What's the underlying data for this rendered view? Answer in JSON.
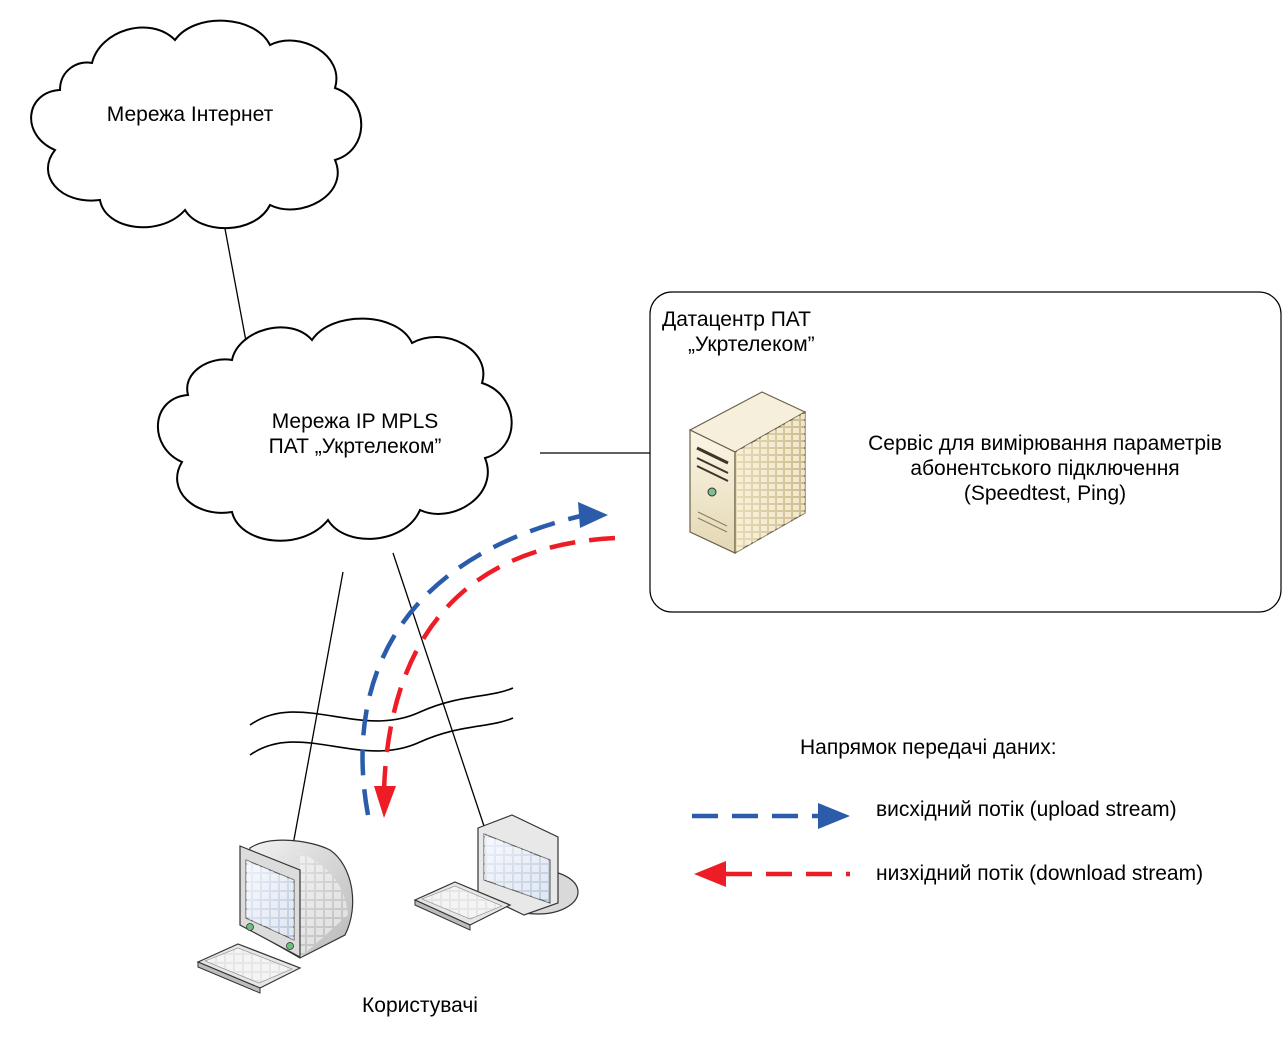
{
  "diagram": {
    "nodes": {
      "internet": {
        "label": "Мережа Інтернет"
      },
      "mpls": {
        "lines": [
          "Мережа IP MPLS",
          "ПАТ „Укртелеком”"
        ]
      },
      "datacenter": {
        "lines": [
          "Датацентр ПАТ",
          "„Укртелеком”"
        ]
      },
      "service": {
        "lines": [
          "Сервіс для вимірювання параметрів",
          "абонентського підключення",
          "(Speedtest, Ping)"
        ]
      },
      "users": {
        "label": "Користувачі"
      }
    },
    "legend": {
      "title": "Напрямок передачі даних:",
      "upload": "висхідний потік (upload stream)",
      "download": "низхідний потік (download stream)"
    },
    "colors": {
      "upload": "#2a5caa",
      "download": "#ee1c25",
      "outline": "#000000",
      "background": "#ffffff"
    },
    "icons": [
      "cloud-icon",
      "server-icon",
      "desktop-computer-icon",
      "crt-monitor-icon",
      "keyboard-icon",
      "arrow-right-icon",
      "arrow-down-icon",
      "arrow-left-icon"
    ]
  }
}
